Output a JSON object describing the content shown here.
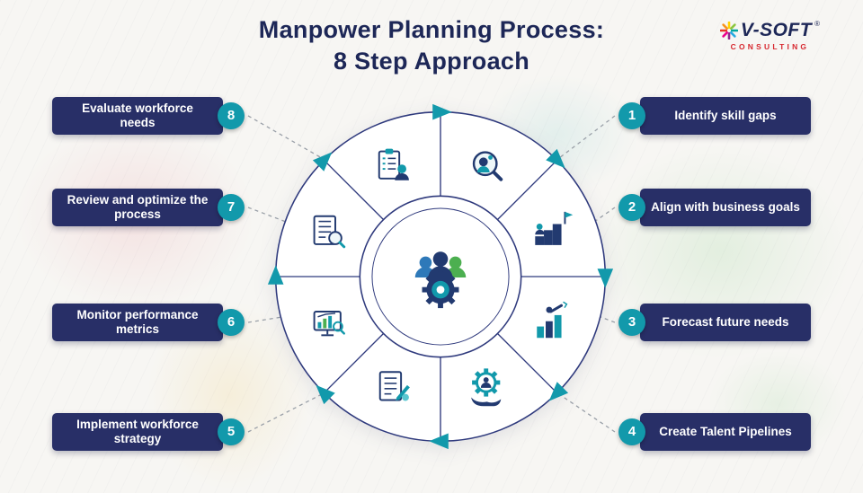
{
  "title": {
    "line1": "Manpower Planning Process:",
    "line2": "8 Step Approach"
  },
  "logo": {
    "name": "V-SOFT",
    "registered": "®",
    "tagline": "CONSULTING"
  },
  "center": {
    "icon": "team-gear-icon"
  },
  "steps": [
    {
      "num": "1",
      "label": "Identify skill gaps",
      "side": "right",
      "icon": "skill-gap-search-icon"
    },
    {
      "num": "2",
      "label": "Align with business goals",
      "side": "right",
      "icon": "career-steps-icon"
    },
    {
      "num": "3",
      "label": "Forecast future needs",
      "side": "right",
      "icon": "forecast-telescope-icon"
    },
    {
      "num": "4",
      "label": "Create Talent Pipelines",
      "side": "right",
      "icon": "talent-hand-gear-icon"
    },
    {
      "num": "5",
      "label": "Implement workforce strategy",
      "side": "left",
      "icon": "strategy-document-icon"
    },
    {
      "num": "6",
      "label": "Monitor performance metrics",
      "side": "left",
      "icon": "monitor-metrics-icon"
    },
    {
      "num": "7",
      "label": "Review and optimize the process",
      "side": "left",
      "icon": "review-document-icon"
    },
    {
      "num": "8",
      "label": "Evaluate workforce needs",
      "side": "left",
      "icon": "evaluate-clipboard-icon"
    }
  ],
  "colors": {
    "navy": "#282f67",
    "teal": "#1299ab",
    "title_navy": "#1d2757",
    "logo_red": "#d7282f",
    "green": "#4caf50",
    "blue": "#2e79b9"
  }
}
